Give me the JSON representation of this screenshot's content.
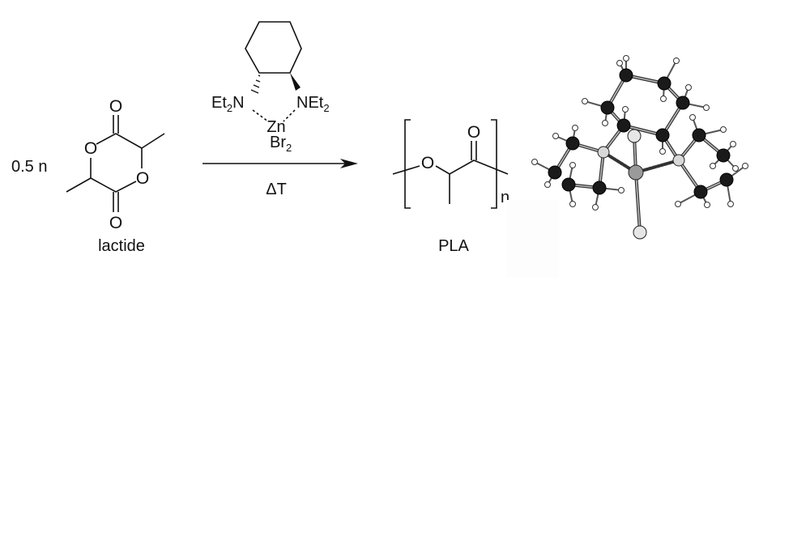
{
  "reaction": {
    "stoichiometry": "0.5 n",
    "reactant": {
      "name": "lactide",
      "oxygen": "O"
    },
    "catalyst": {
      "left_amine": {
        "a": "Et",
        "sub": "2",
        "b": "N"
      },
      "right_amine": {
        "a": "NEt",
        "sub": "2"
      },
      "metal": "Zn",
      "halide": {
        "a": "Br",
        "sub": "2"
      }
    },
    "condition": "ΔT",
    "product": {
      "name": "PLA",
      "oxygen": "O",
      "repeat": "n"
    }
  },
  "colors": {
    "carbon": "#1a1a1a",
    "hydrogen": "#ffffff",
    "nitrogen": "#d8d8d8",
    "zinc": "#9a9a9a",
    "bromine": "#e6e6e6"
  }
}
